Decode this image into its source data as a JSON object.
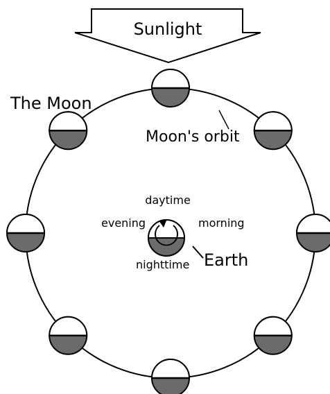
{
  "labels": {
    "sunlight": "Sunlight",
    "the_moon": "The Moon",
    "moons_orbit": "Moon's orbit",
    "daytime": "daytime",
    "evening": "evening",
    "morning": "morning",
    "nighttime": "nighttime",
    "earth": "Earth"
  },
  "colors": {
    "shadow": "#6b6b6b",
    "lit": "#ffffff",
    "stroke": "#000000",
    "background": "#ffffff"
  },
  "moon_count": 8,
  "rotation_direction": "counterclockwise"
}
